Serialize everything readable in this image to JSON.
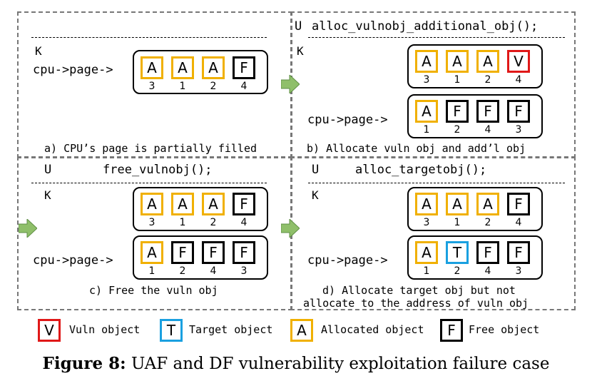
{
  "panels": {
    "a": {
      "k_label": "K",
      "pointer": "cpu->page->",
      "objects": [
        {
          "type": "A",
          "letter": "A",
          "num": "3"
        },
        {
          "type": "A",
          "letter": "A",
          "num": "1"
        },
        {
          "type": "A",
          "letter": "A",
          "num": "2"
        },
        {
          "type": "F",
          "letter": "F",
          "num": "4"
        }
      ],
      "caption": "a) CPU’s page is partially filled"
    },
    "b": {
      "u_label": "U",
      "code": "alloc_vulnobj_additional_obj();",
      "k_label": "K",
      "pointer": "cpu->page->",
      "top_objects": [
        {
          "type": "A",
          "letter": "A",
          "num": "3"
        },
        {
          "type": "A",
          "letter": "A",
          "num": "1"
        },
        {
          "type": "A",
          "letter": "A",
          "num": "2"
        },
        {
          "type": "V",
          "letter": "V",
          "num": "4"
        }
      ],
      "bottom_objects": [
        {
          "type": "A",
          "letter": "A",
          "num": "1"
        },
        {
          "type": "F",
          "letter": "F",
          "num": "2"
        },
        {
          "type": "F",
          "letter": "F",
          "num": "4"
        },
        {
          "type": "F",
          "letter": "F",
          "num": "3"
        }
      ],
      "caption": "b) Allocate vuln obj and add’l obj"
    },
    "c": {
      "u_label": "U",
      "code": "free_vulnobj();",
      "k_label": "K",
      "pointer": "cpu->page->",
      "top_objects": [
        {
          "type": "A",
          "letter": "A",
          "num": "3"
        },
        {
          "type": "A",
          "letter": "A",
          "num": "1"
        },
        {
          "type": "A",
          "letter": "A",
          "num": "2"
        },
        {
          "type": "F",
          "letter": "F",
          "num": "4"
        }
      ],
      "bottom_objects": [
        {
          "type": "A",
          "letter": "A",
          "num": "1"
        },
        {
          "type": "F",
          "letter": "F",
          "num": "2"
        },
        {
          "type": "F",
          "letter": "F",
          "num": "4"
        },
        {
          "type": "F",
          "letter": "F",
          "num": "3"
        }
      ],
      "caption": "c) Free the vuln obj"
    },
    "d": {
      "u_label": "U",
      "code": "alloc_targetobj();",
      "k_label": "K",
      "pointer": "cpu->page->",
      "top_objects": [
        {
          "type": "A",
          "letter": "A",
          "num": "3"
        },
        {
          "type": "A",
          "letter": "A",
          "num": "1"
        },
        {
          "type": "A",
          "letter": "A",
          "num": "2"
        },
        {
          "type": "F",
          "letter": "F",
          "num": "4"
        }
      ],
      "bottom_objects": [
        {
          "type": "A",
          "letter": "A",
          "num": "1"
        },
        {
          "type": "T",
          "letter": "T",
          "num": "2"
        },
        {
          "type": "F",
          "letter": "F",
          "num": "4"
        },
        {
          "type": "F",
          "letter": "F",
          "num": "3"
        }
      ],
      "caption_line1": "d) Allocate target obj but not",
      "caption_line2": "allocate to the address of vuln obj"
    }
  },
  "legend": [
    {
      "type": "V",
      "letter": "V",
      "label": "Vuln object"
    },
    {
      "type": "T",
      "letter": "T",
      "label": "Target object"
    },
    {
      "type": "A",
      "letter": "A",
      "label": "Allocated object"
    },
    {
      "type": "F",
      "letter": "F",
      "label": "Free object"
    }
  ],
  "figure_title": {
    "prefix": "Figure 8:",
    "text": "UAF and DF vulnerability exploitation failure case"
  },
  "colors": {
    "vuln": "#e01818",
    "target": "#1aa0e0",
    "allocated": "#f0b000",
    "free": "#000000",
    "arrow": "#8fbf6a"
  }
}
